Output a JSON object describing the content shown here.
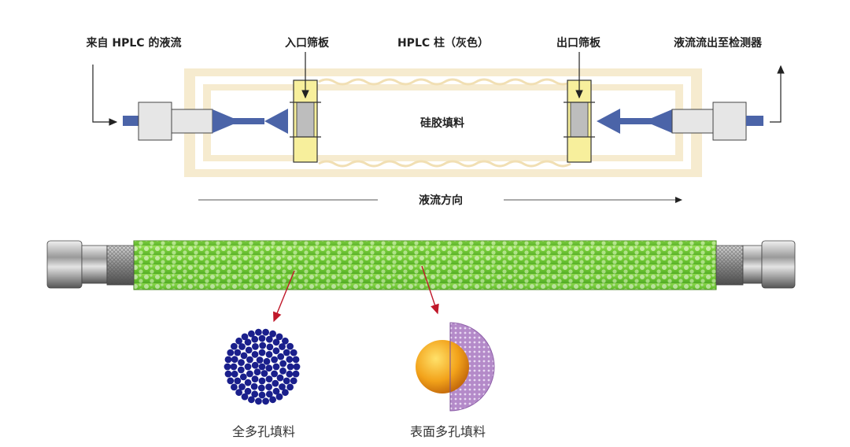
{
  "diagram": {
    "labels": {
      "source_flow": "来自 HPLC 的液流",
      "inlet_frit": "入口筛板",
      "column": "HPLC 柱（灰色）",
      "outlet_frit": "出口筛板",
      "to_detector": "液流流出至检测器",
      "packing": "硅胶填料",
      "flow_direction": "液流方向",
      "fully_porous": "全多孔填料",
      "superficially_porous": "表面多孔填料"
    },
    "colors": {
      "column_housing": "#f6ebcf",
      "frit_yellow": "#f7ef9c",
      "frit_gray": "#bdbdbd",
      "fitting_blue": "#4b64a8",
      "packing_green": "#7fd23e",
      "pointer_red": "#c0182a",
      "porous_bead": "#1a1f8c",
      "core_orange": "#f2a21a",
      "shell_purple": "#b48ac9"
    }
  }
}
